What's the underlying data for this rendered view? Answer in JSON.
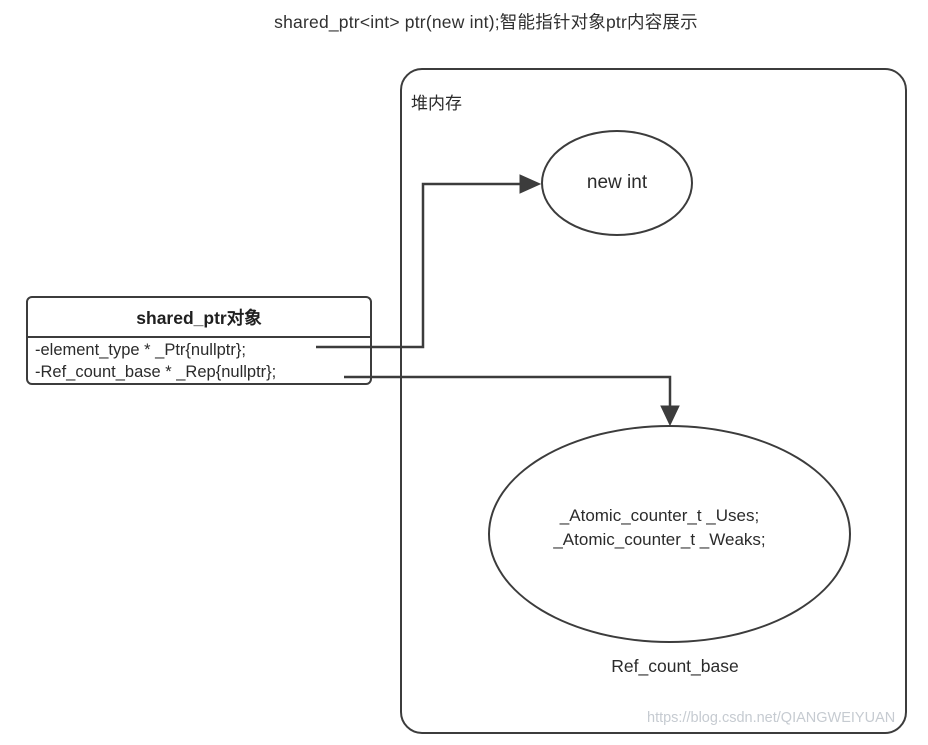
{
  "title": "shared_ptr<int> ptr(new int);智能指针对象ptr内容展示",
  "heap": {
    "label": "堆内存",
    "new_int_node": {
      "label": "new int"
    },
    "ref_count_node": {
      "line1": "_Atomic_counter_t _Uses;",
      "line2": "_Atomic_counter_t _Weaks;",
      "caption": "Ref_count_base"
    }
  },
  "shared_ptr_box": {
    "header": "shared_ptr对象",
    "members": [
      "-element_type * _Ptr{nullptr};",
      "-Ref_count_base * _Rep{nullptr};"
    ]
  },
  "watermark": "https://blog.csdn.net/QIANGWEIYUAN",
  "colors": {
    "stroke": "#3c3c3c",
    "text": "#2b2b2b",
    "watermark": "#c6cbd1",
    "background": "#ffffff"
  }
}
